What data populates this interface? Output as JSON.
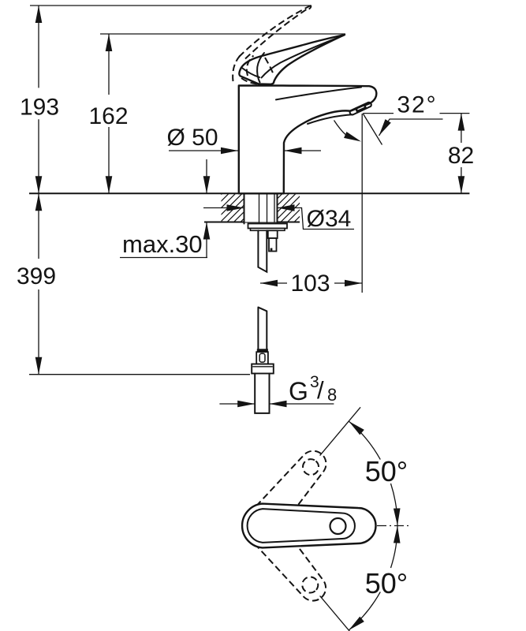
{
  "drawing": {
    "type": "technical-dimension-drawing",
    "colors": {
      "line": "#141414",
      "background": "#ffffff"
    },
    "labels": {
      "total_height": "193",
      "body_height": "162",
      "under_counter_depth": "399",
      "body_diameter": "Ø 50",
      "spray_angle": "32°",
      "outlet_height": "82",
      "hole_diameter": "Ø34",
      "max_deck_thickness": "max.30",
      "spout_reach": "103",
      "connection_g": "G",
      "connection_numerator": "3",
      "connection_slash": "/",
      "connection_denominator": "8",
      "handle_swing_upper": "50°",
      "handle_swing_lower": "50°"
    }
  }
}
